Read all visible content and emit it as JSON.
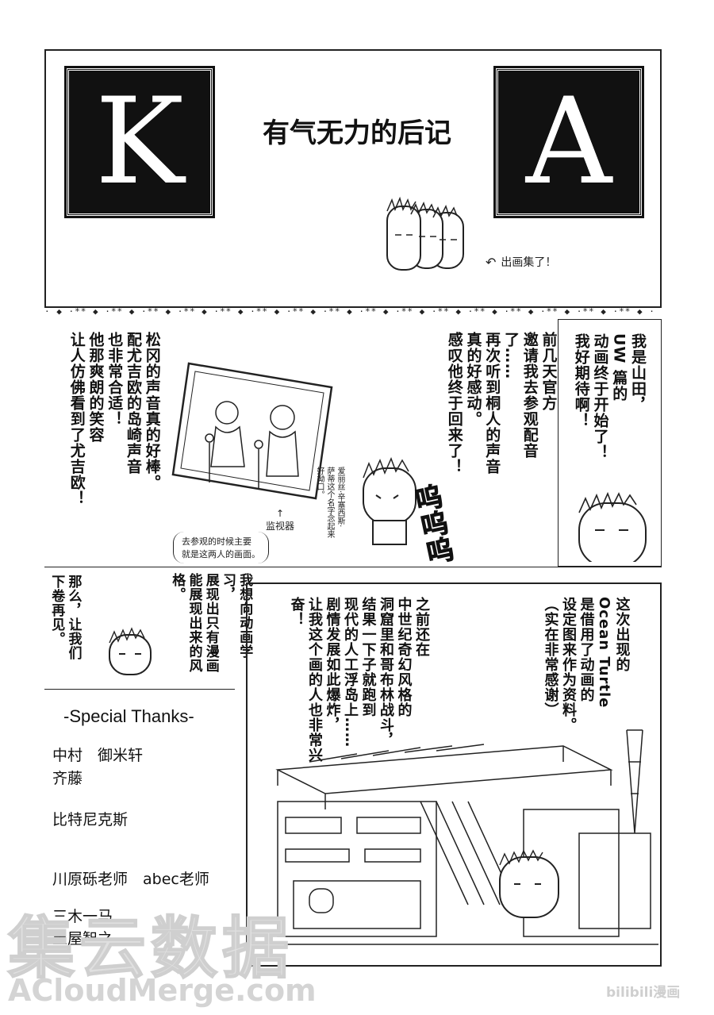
{
  "top": {
    "title": "有气无力的后记",
    "letter_left": "K",
    "letter_right": "A",
    "caption": "出画集了！"
  },
  "separator": "· ◆ ·** ◆ ·** ◆ ·** ◆ ·** ◆ ·** ◆ ·** ◆ ·** ◆ ·** ◆ ·** ◆ ·** ◆ ·** ◆ ·** ◆ ·** ◆ ·** ◆ ·** ◆ ·** ◆ ·",
  "mid": {
    "col_yamada": [
      "我是山田，",
      "UW 篇的",
      "动画终于开始了！",
      "我好期待啊！"
    ],
    "col_official": [
      "前几天官方",
      "邀请我去参观配音了……",
      "再次听到桐人的声音",
      "真的好感动。",
      "感叹他终于回来了！"
    ],
    "col_matsuoka": [
      "松冈的声音真的好棒。",
      "配尤吉欧的岛崎声音",
      "也非常合适！",
      "他那爽朗的笑容",
      "让人仿佛看到了尤吉欧！"
    ],
    "sfx": "呜呜呜",
    "note_alice": [
      "爱丽丝·辛塞西斯·",
      "萨蒂这个名字念起来",
      "好拗口。"
    ],
    "monitor_label": "监视器",
    "monitor_note": [
      "去参观的时候主要",
      "就是这两人的画面。"
    ]
  },
  "lower": {
    "bye": [
      "那么，让我们",
      "下卷再见。"
    ],
    "study": [
      "我想向动画学习，",
      "展现出只有漫画",
      "能展现出来的风格。"
    ],
    "ocean": [
      "这次出现的",
      "Ocean Turtle",
      "是借用了动画的",
      "设定图来作为资料。",
      "（实在非常感谢）"
    ],
    "story": [
      "之前还在",
      "中世纪奇幻风格的",
      "洞窟里和哥布林战斗，",
      "结果一下子就跑到",
      "现代的人工浮岛上……",
      "剧情发展如此爆炸，",
      "让我这个画的人也非常兴奋！"
    ]
  },
  "thanks": {
    "heading": "-Special Thanks-",
    "lines": [
      "中村　御米轩",
      "齐藤",
      "比特尼克斯",
      "川原砾老师　abec老师",
      "三木一马",
      "土屋智之"
    ]
  },
  "watermark": {
    "cn": "集云数据",
    "en": "ACloudMerge.com",
    "corner": "bilibili漫画"
  }
}
